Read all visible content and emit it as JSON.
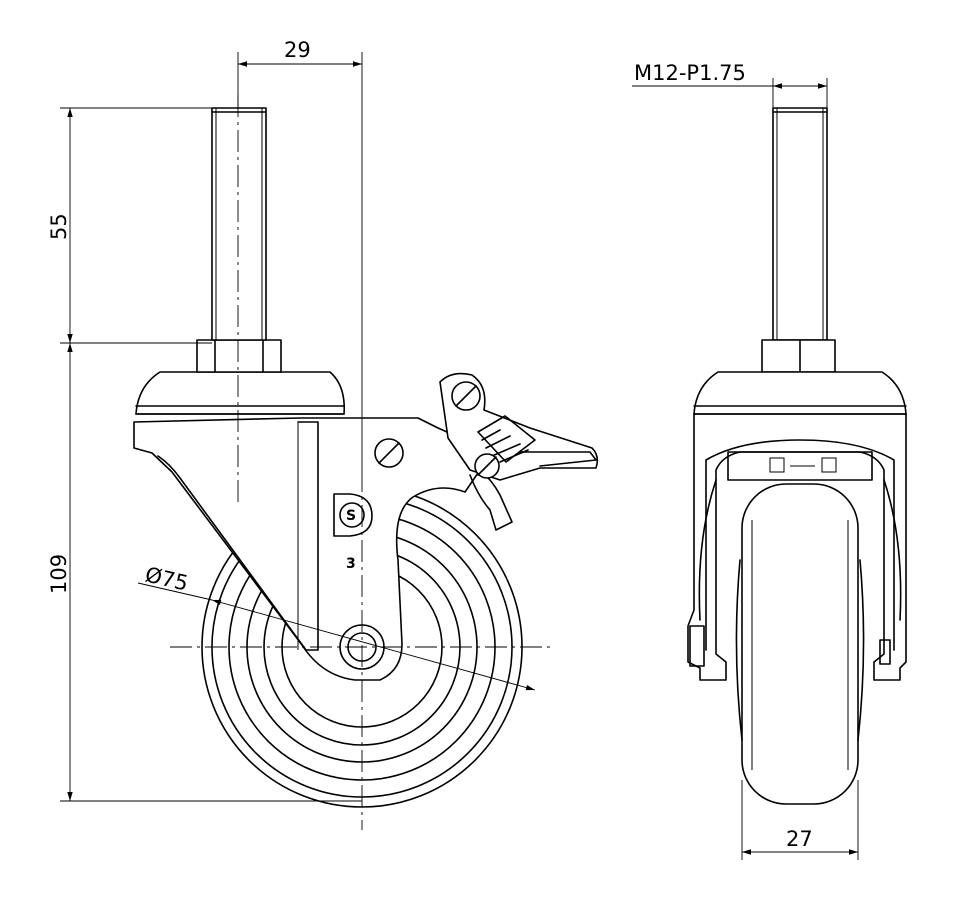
{
  "dimensions": {
    "stem_offset": "29",
    "stem_length": "55",
    "height": "109",
    "wheel_diameter": "Ø75",
    "thread": "M12-P1.75",
    "wheel_width": "27"
  },
  "markings": {
    "logo": "S",
    "number": "3"
  }
}
